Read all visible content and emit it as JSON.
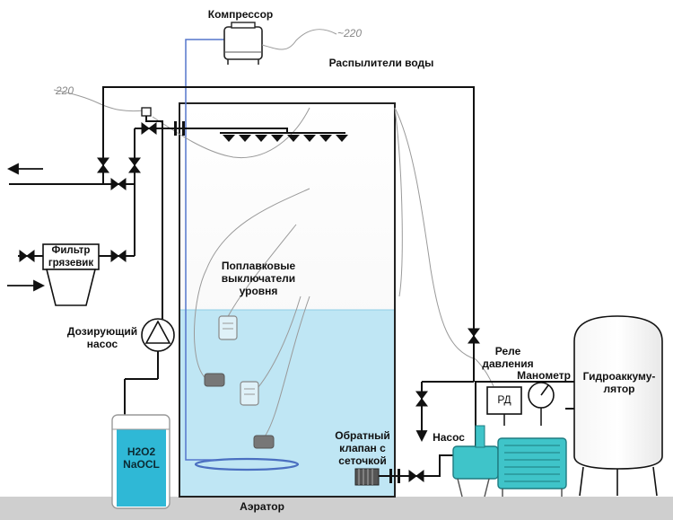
{
  "labels": {
    "compressor": "Компрессор",
    "sprayers": "Распылители воды",
    "voltage_top": "~220",
    "voltage_left": "220",
    "filter": "Фильтр\nгрязевик",
    "float_switches": "Поплавковые\nвыключатели\nуровня",
    "dosing_pump": "Дозирующий\nнасос",
    "chemical": "H2O2\nNaOCL",
    "check_valve": "Обратный\nклапан с\nсеточкой",
    "pump": "Насос",
    "pressure_relay": "Реле\nдавления",
    "relay_box": "РД",
    "manometer": "Манометр",
    "accumulator": "Гидроаккуму-\nлятор",
    "aerator": "Аэратор"
  },
  "colors": {
    "pipe": "#111111",
    "water": "#bfe6f4",
    "equipment": "#3fc4c9",
    "chemical_liquid": "#2fb8d6",
    "compressor_line": "#5577cc",
    "wire": "#9a9a9a",
    "floor": "#cfcfcf"
  },
  "icons": [
    "compressor-icon",
    "sprayer-icon",
    "valve-icon",
    "check-valve-icon",
    "float-switch-icon",
    "pump-icon",
    "manometer-icon",
    "arrow-icon"
  ]
}
